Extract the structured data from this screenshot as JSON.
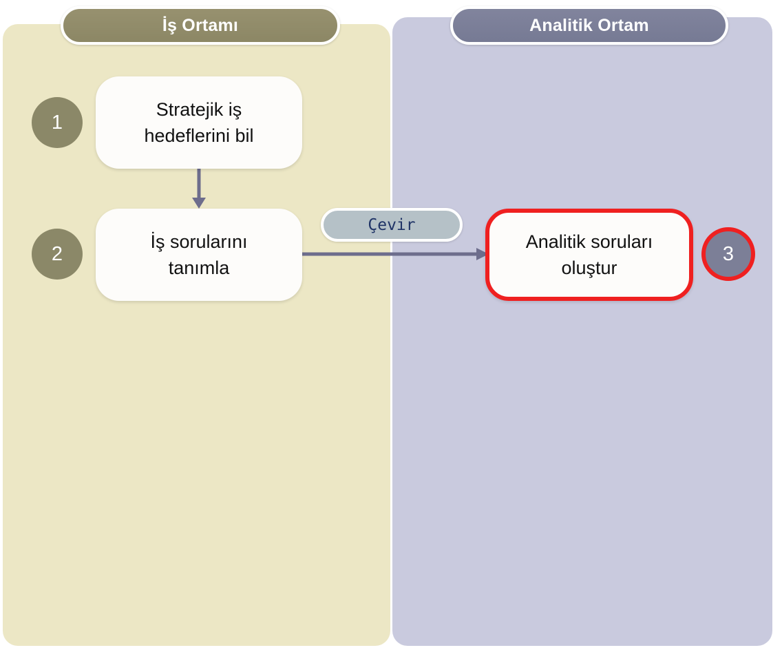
{
  "diagram": {
    "lanes": [
      {
        "id": "business",
        "title": "İş Ortamı",
        "background": "#ece7c5",
        "header_color": "#8c8765"
      },
      {
        "id": "analytics",
        "title": "Analitik Ortam",
        "background": "#c9cade",
        "header_color": "#767a94"
      }
    ],
    "steps": [
      {
        "number": "1",
        "label": "Strateji̇k iş hedeflerini bil",
        "line1": "Stratejik iş",
        "line2": "hedeflerini bil",
        "lane": "business",
        "badge_color": "#8b8868",
        "highlighted": false
      },
      {
        "number": "2",
        "label": "İş sorularını tanımla",
        "line1": "İş sorularını",
        "line2": "tanımla",
        "lane": "business",
        "badge_color": "#8b8868",
        "highlighted": false
      },
      {
        "number": "3",
        "label": "Analitik soruları oluştur",
        "line1": "Analitik soruları",
        "line2": "oluştur",
        "lane": "analytics",
        "badge_color": "#7c7f97",
        "highlighted": true,
        "highlight_color": "#ef2020"
      }
    ],
    "connectors": [
      {
        "id": "step1-to-step2",
        "orientation": "vertical",
        "label": "",
        "color": "#6d6d8c"
      },
      {
        "id": "step2-to-step3",
        "orientation": "horizontal",
        "label": "Çevir",
        "color": "#6d6d8c"
      }
    ],
    "translate_label": "Çevir",
    "translate_label_color": "#1f3366"
  }
}
